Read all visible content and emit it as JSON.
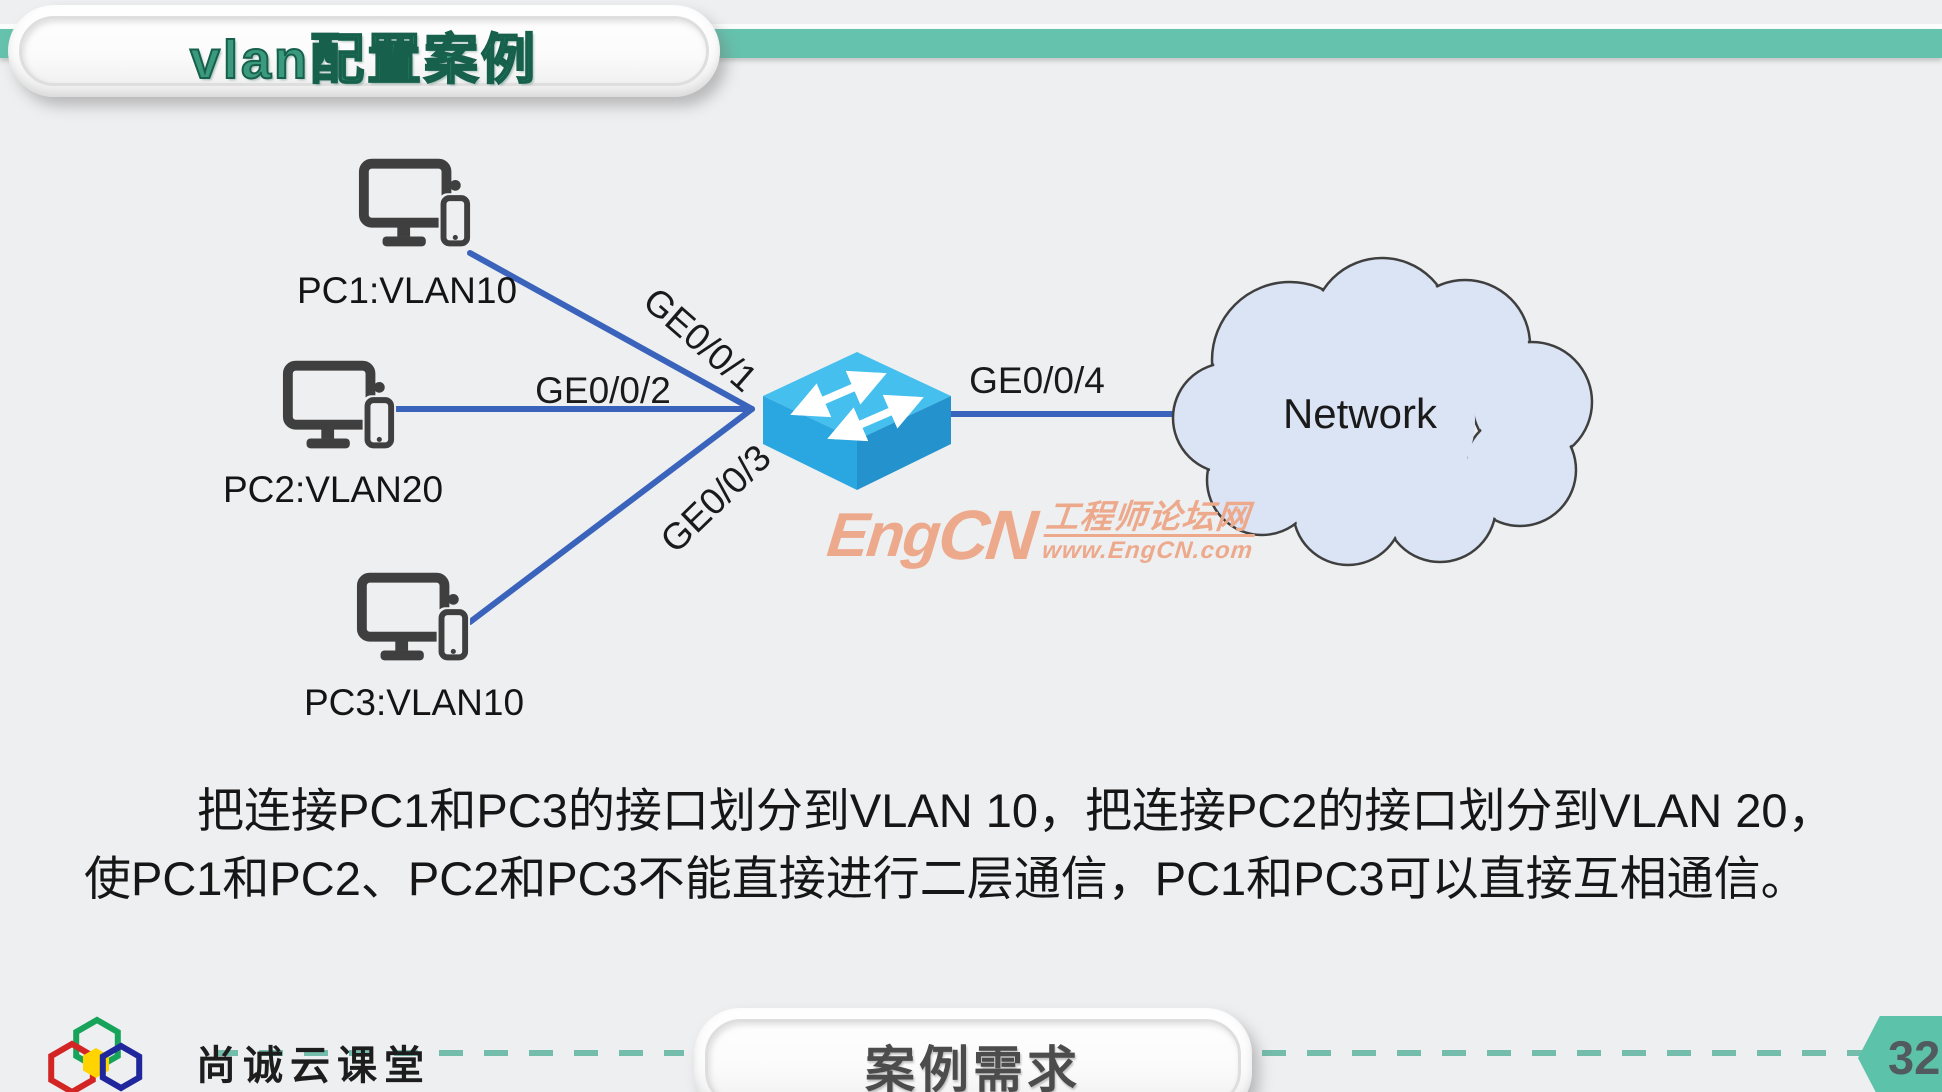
{
  "title_banner": {
    "text": "vlan配置案例"
  },
  "diagram": {
    "pc1_label": "PC1:VLAN10",
    "pc2_label": "PC2:VLAN20",
    "pc3_label": "PC3:VLAN10",
    "port1_label": "GE0/0/1",
    "port2_label": "GE0/0/2",
    "port3_label": "GE0/0/3",
    "port4_label": "GE0/0/4",
    "cloud_label": "Network"
  },
  "watermark": {
    "logo_prefix": "Eng",
    "logo_suffix": "CN",
    "forum_text": "工程师论坛网",
    "url_text": "www.EngCN.com"
  },
  "body": {
    "line1": "把连接PC1和PC3的接口划分到VLAN 10，把连接PC2的接口划分到VLAN 20，",
    "line2": "使PC1和PC2、PC2和PC3不能直接进行二层通信，PC1和PC3可以直接互相通信。"
  },
  "footer": {
    "brand": "尚诚云课堂",
    "banner_text": "案例需求",
    "page_number": "32"
  },
  "colors": {
    "accent_teal": "#65c2ad",
    "line_blue": "#3a63bc",
    "switch_top_blue": "#44bfee",
    "cloud_fill": "#dbe4f4",
    "watermark_salmon": "#eda98c",
    "title_green": "#3b9a7e"
  },
  "icons": {
    "pc": "monitor-with-phone glyph",
    "switch": "isometric box with double arrows",
    "cloud": "network cloud shape",
    "brand": "three hexagons with yellow core"
  }
}
